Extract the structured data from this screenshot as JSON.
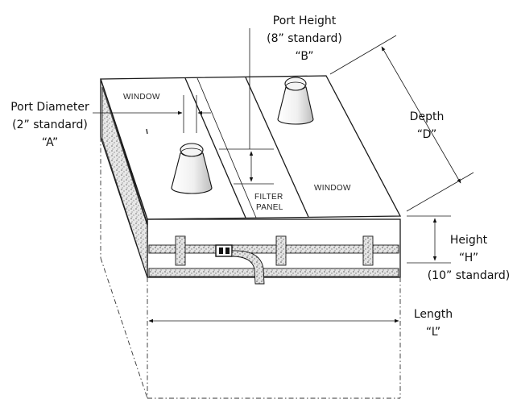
{
  "labels": {
    "port_height": {
      "line1": "Port Height",
      "line2": "(8” standard)",
      "line3": "“B”"
    },
    "port_diameter": {
      "line1": "Port Diameter",
      "line2": "(2” standard)",
      "line3": "“A”"
    },
    "depth": {
      "line1": "Depth",
      "line2": "“D”"
    },
    "height": {
      "line1": "Height",
      "line2": "“H”",
      "line3": "(10” standard)"
    },
    "length": {
      "line1": "Length",
      "line2": "“L”"
    },
    "window_left": "WINDOW",
    "window_right": "WINDOW",
    "filter_panel": {
      "line1": "FILTER",
      "line2": "PANEL"
    }
  }
}
